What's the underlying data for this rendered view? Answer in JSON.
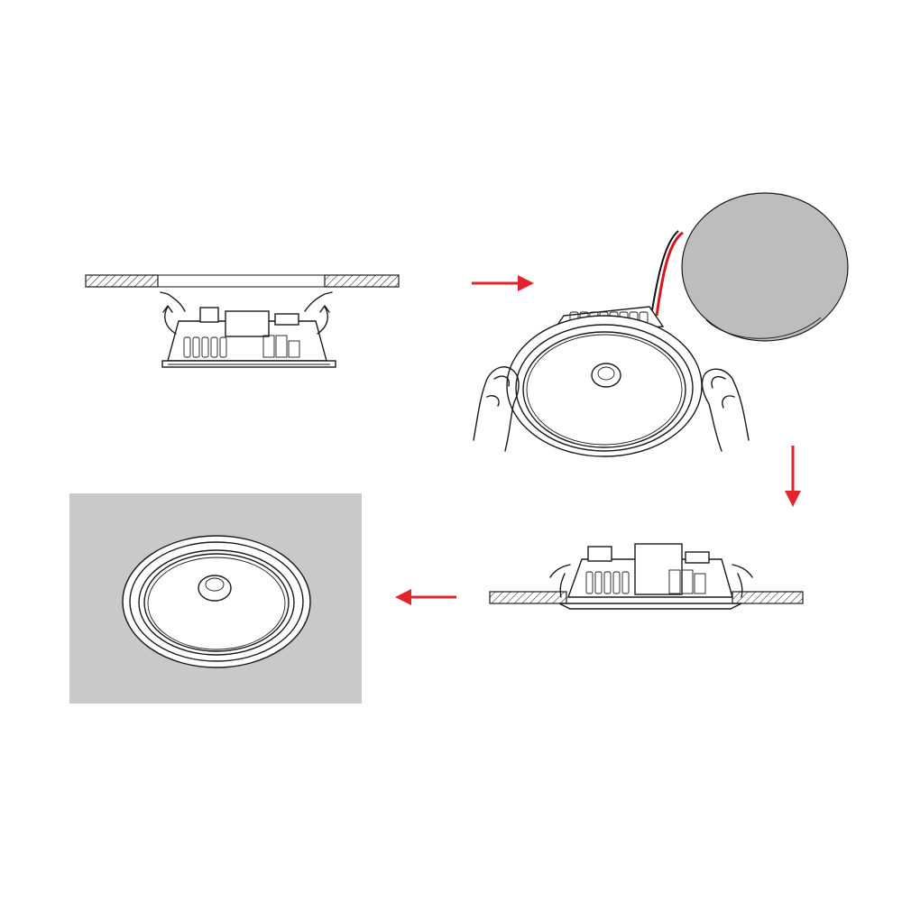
{
  "diagram": {
    "steps": [
      {
        "id": 1,
        "name": "press-springs-insert"
      },
      {
        "id": 2,
        "name": "connect-and-hold"
      },
      {
        "id": 3,
        "name": "push-into-ceiling"
      },
      {
        "id": 4,
        "name": "installed-view"
      }
    ],
    "arrows": [
      {
        "from": 1,
        "to": 2,
        "direction": "right"
      },
      {
        "from": 2,
        "to": 3,
        "direction": "down"
      },
      {
        "from": 3,
        "to": 4,
        "direction": "left"
      }
    ],
    "colors": {
      "line": "#1a1a1a",
      "arrow": "#e0262b",
      "ceiling_panel": "#c9c9c9",
      "cutout_disc": "#bdbdbd",
      "wire_red": "#d8141b",
      "wire_black": "#111111"
    },
    "icons": [
      "spring-clip-icon",
      "hand-icon",
      "wire-icon",
      "downlight-icon"
    ]
  }
}
